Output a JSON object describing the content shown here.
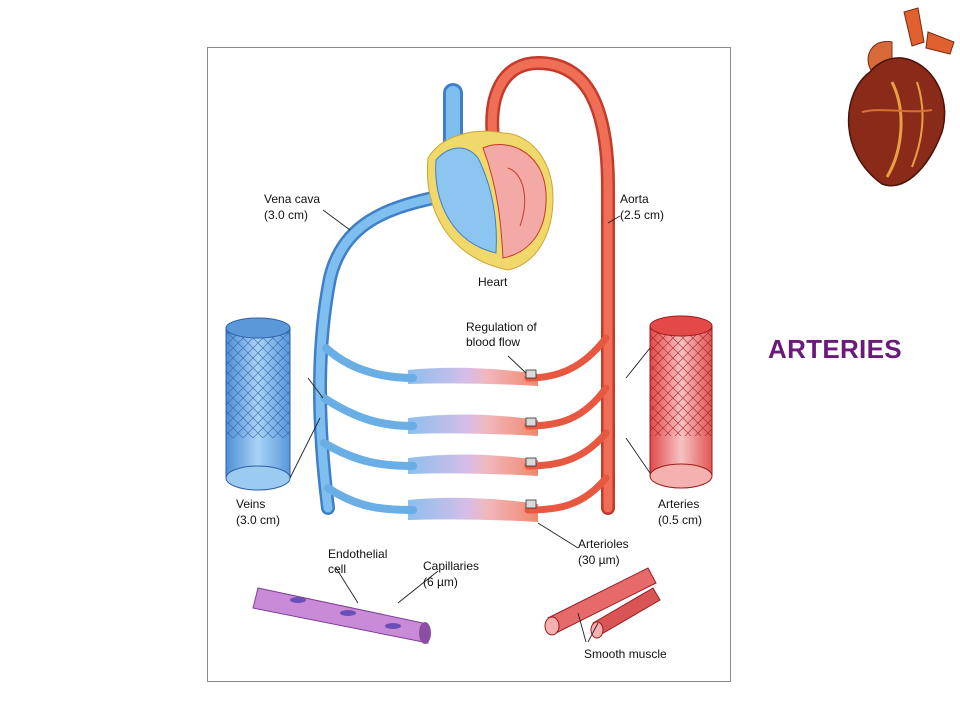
{
  "slide": {
    "title": "ARTERIES",
    "title_color": "#6a1b7a"
  },
  "diagram": {
    "labels": {
      "vena_cava": "Vena cava",
      "vena_cava_size": "(3.0 cm)",
      "aorta": "Aorta",
      "aorta_size": "(2.5 cm)",
      "heart": "Heart",
      "regulation_1": "Regulation of",
      "regulation_2": "blood flow",
      "veins": "Veins",
      "veins_size": "(3.0 cm)",
      "arteries": "Arteries",
      "arteries_size": "(0.5 cm)",
      "endothelial_1": "Endothelial",
      "endothelial_2": "cell",
      "capillaries": "Capillaries",
      "capillaries_size": "(6 µm)",
      "arterioles": "Arterioles",
      "arterioles_size": "(30 µm)",
      "smooth_muscle": "Smooth muscle"
    },
    "colors": {
      "venous_blue": "#6aaee6",
      "arterial_red": "#e8573f",
      "heart_yellow": "#f1d86a",
      "capillary_purple": "#b48ad6"
    }
  }
}
